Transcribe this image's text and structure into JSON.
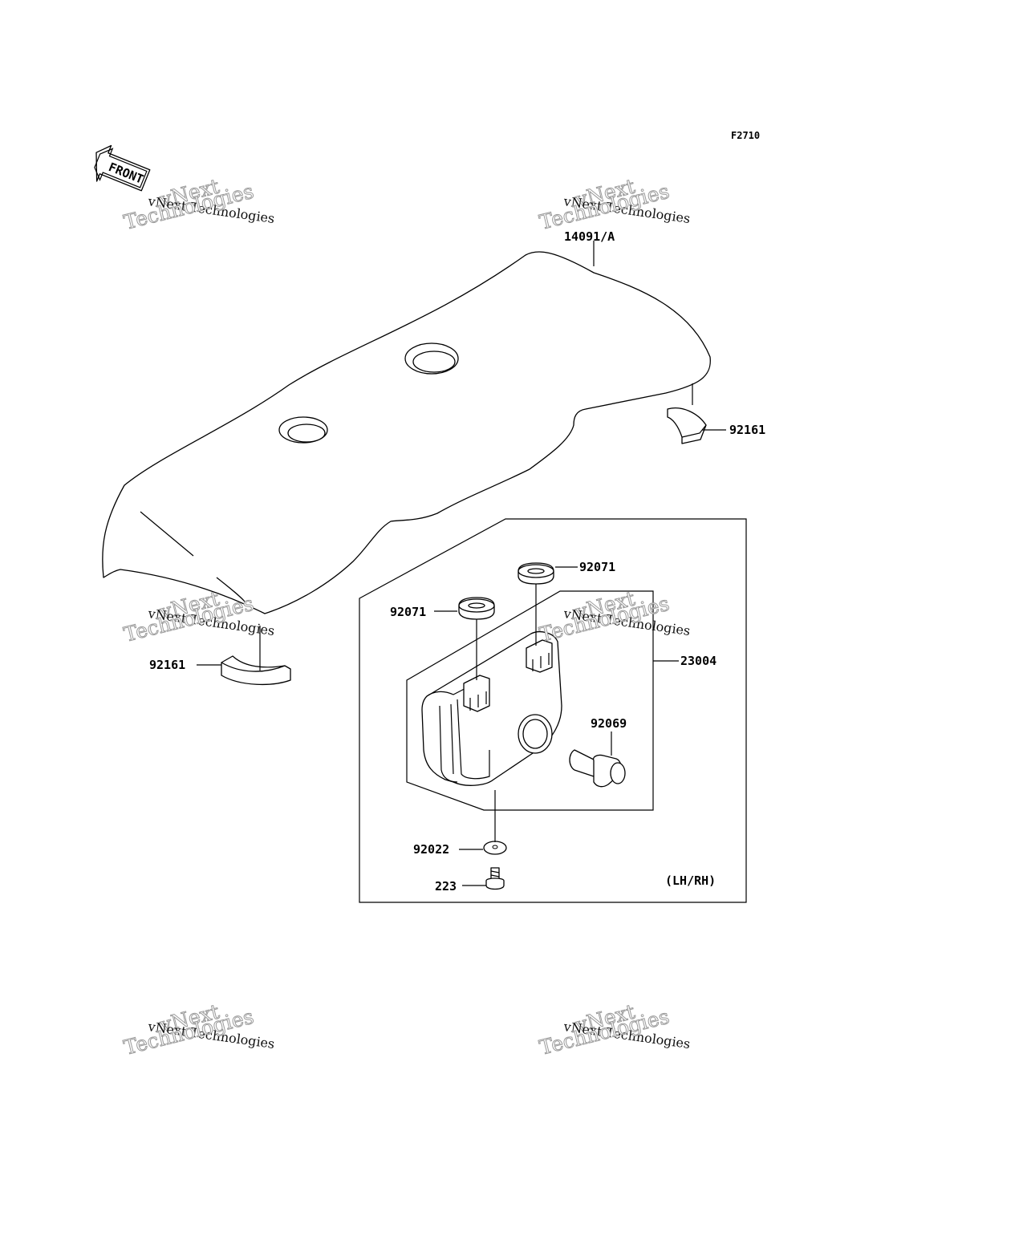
{
  "figure_code": "F2710",
  "front_label": "FRONT",
  "callouts": {
    "seat": "14091/A",
    "damper_right": "92161",
    "damper_left": "92161",
    "grommet_upper": "92071",
    "grommet_lower": "92071",
    "assembly": "23004",
    "bulb": "92069",
    "washer": "92022",
    "screw": "223",
    "side_note": "(LH/RH)"
  },
  "watermark": {
    "line1": "vNext",
    "line2": "vNext Technologies",
    "line3": "Technologies"
  }
}
